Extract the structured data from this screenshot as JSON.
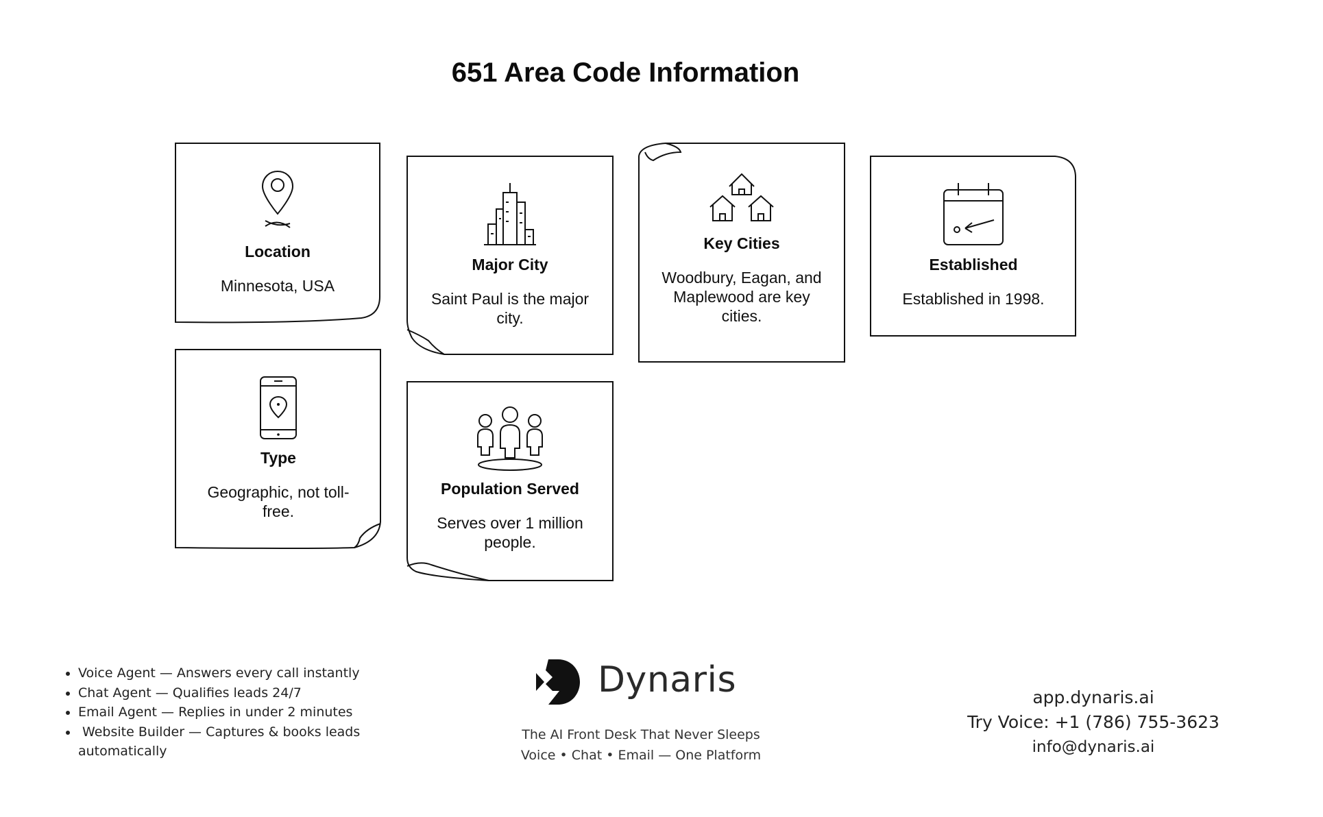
{
  "page_title": "651 Area Code Information",
  "cards": [
    {
      "title": "Location",
      "text": "Minnesota, USA",
      "icon": "location-pin-icon"
    },
    {
      "title": "Major City",
      "text": "Saint Paul is the major city.",
      "icon": "city-skyline-icon"
    },
    {
      "title": "Key Cities",
      "text": "Woodbury, Eagan, and Maplewood are key cities.",
      "icon": "houses-icon"
    },
    {
      "title": "Established",
      "text": "Established in 1998.",
      "icon": "calendar-icon"
    },
    {
      "title": "Type",
      "text": "Geographic, not toll-free.",
      "icon": "phone-location-icon"
    },
    {
      "title": "Population Served",
      "text": "Serves over 1 million people.",
      "icon": "people-icon"
    }
  ],
  "footer": {
    "features": [
      "Voice Agent — Answers every call instantly",
      "Chat Agent — Qualifies leads 24/7",
      "Email Agent — Replies in under 2 minutes",
      " Website Builder — Captures & books leads automatically"
    ],
    "brand_name": "Dynaris",
    "tagline_1": "The AI Front Desk That Never Sleeps",
    "tagline_2": "Voice • Chat • Email — One Platform",
    "website": "app.dynaris.ai",
    "phone": "Try Voice: +1 (786) 755-3623",
    "email": "info@dynaris.ai"
  }
}
